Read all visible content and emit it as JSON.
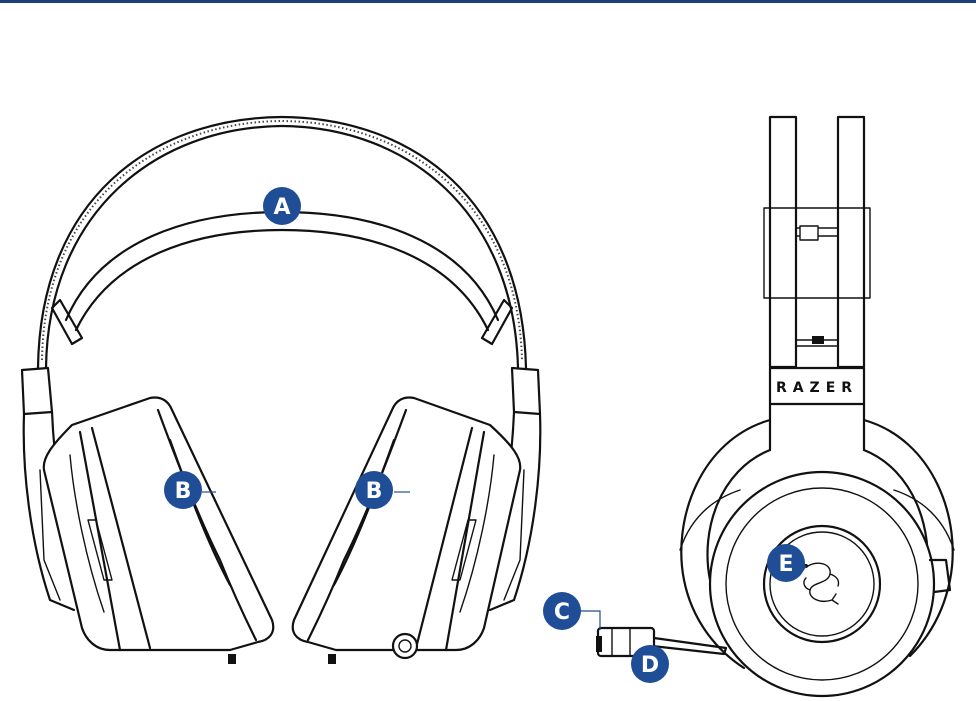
{
  "header": {
    "rule_color": "#1f3f7a"
  },
  "brand": {
    "logo_text": "RAZER",
    "logo_icon": "razer-snake-logo-icon"
  },
  "callouts": {
    "A": {
      "label": "A"
    },
    "B1": {
      "label": "B"
    },
    "B2": {
      "label": "B"
    },
    "C": {
      "label": "C"
    },
    "D": {
      "label": "D"
    },
    "E": {
      "label": "E"
    }
  },
  "colors": {
    "callout": "#1f4e96",
    "line_art": "#111111"
  }
}
